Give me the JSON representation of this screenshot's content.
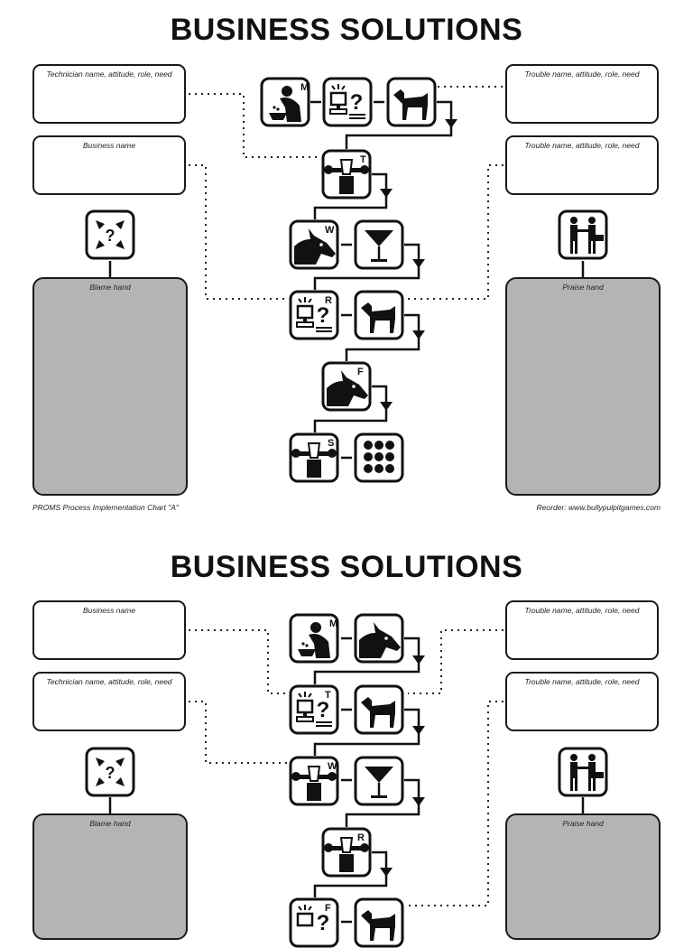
{
  "charts": [
    {
      "title": "BUSINESS SOLUTIONS",
      "left_box_1": "Technician name, attitude, role, need",
      "left_box_2": "Business name",
      "right_box_1": "Trouble name, attitude, role, need",
      "right_box_2": "Trouble name, attitude, role, need",
      "blame_label": "Blame hand",
      "praise_label": "Praise hand",
      "footer_left": "PROMS Process Implementation Chart \"A\"",
      "footer_right": "Reorder:  www.bullypulpitgames.com",
      "icon_letters": {
        "m": "M",
        "t": "T",
        "w": "W",
        "r": "R",
        "f": "F",
        "s": "S"
      }
    },
    {
      "title": "BUSINESS SOLUTIONS",
      "left_box_1": "Business name",
      "left_box_2": "Technician name, attitude, role, need",
      "right_box_1": "Trouble name, attitude, role, need",
      "right_box_2": "Trouble name, attitude, role, need",
      "blame_label": "Blame hand",
      "praise_label": "Praise hand",
      "icon_letters": {
        "m": "M",
        "t": "T",
        "w": "W",
        "r": "R",
        "f": "F"
      }
    }
  ]
}
